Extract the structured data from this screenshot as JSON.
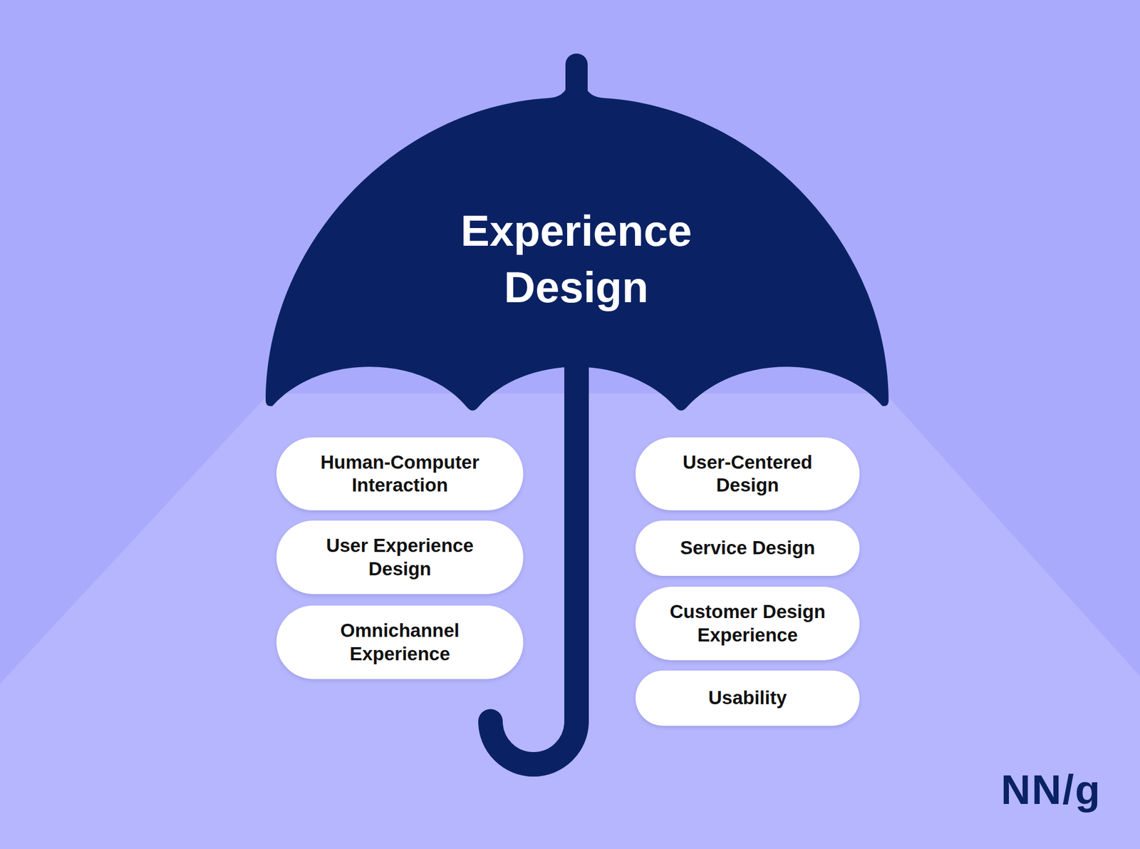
{
  "diagram": {
    "nodes": [
      {
        "text": [
          "Experience Design"
        ]
      },
      {
        "text": [
          "Human-Computer Interaction"
        ]
      },
      {
        "text": [
          "User Experience Design"
        ]
      },
      {
        "text": [
          "Omnichannel Experience"
        ]
      },
      {
        "text": [
          "User-Centered Design"
        ]
      },
      {
        "text": [
          "Service Design"
        ]
      },
      {
        "text": [
          "Customer Design Experience"
        ]
      },
      {
        "text": [
          "Usability"
        ]
      }
    ],
    "labels": [
      "NN/g"
    ]
  }
}
